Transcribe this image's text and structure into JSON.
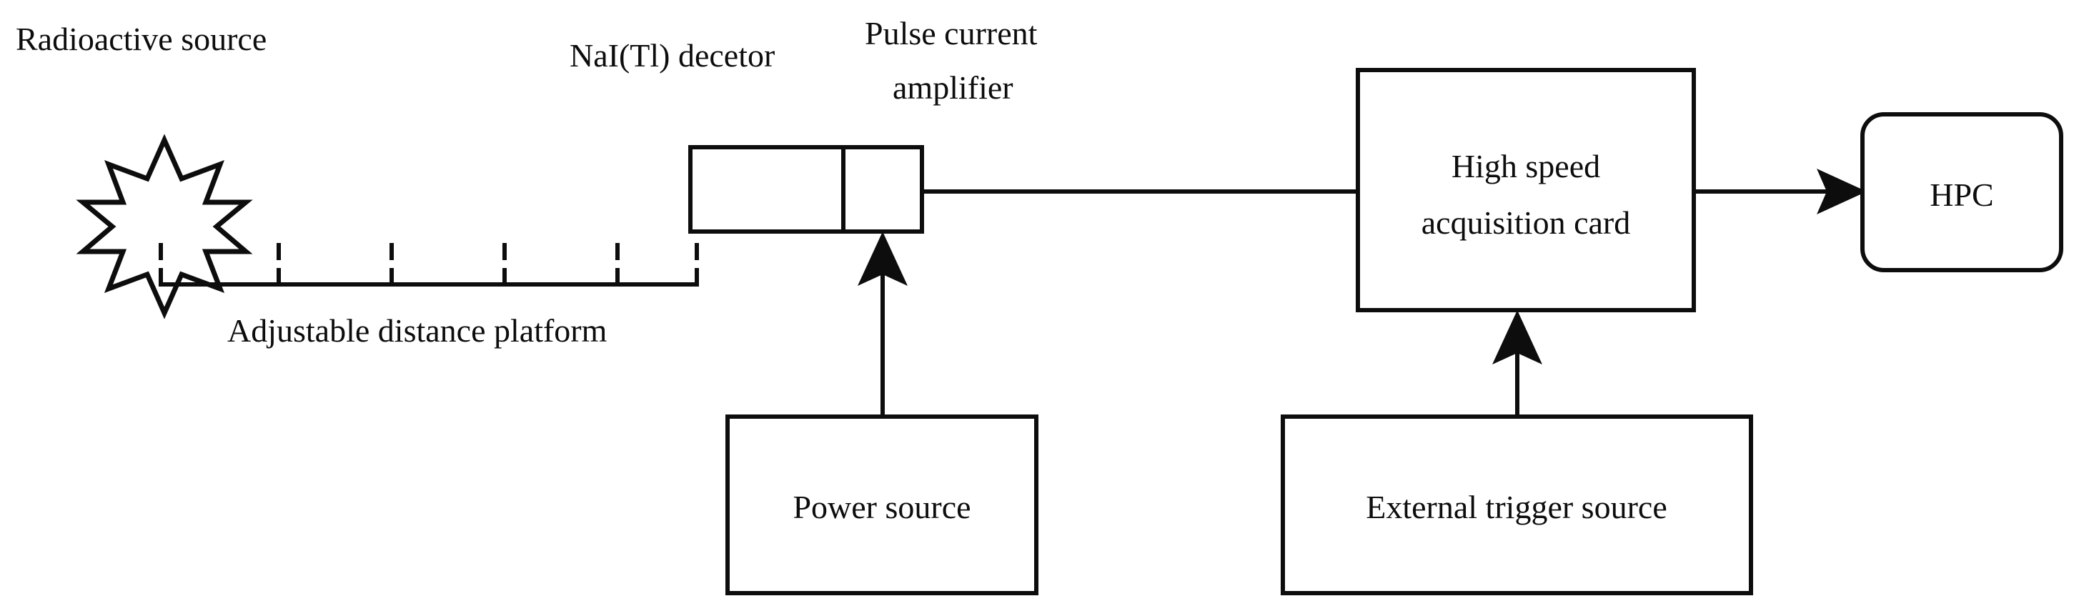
{
  "diagram": {
    "title": "Radiation measurement system block diagram",
    "background_color": "#ffffff",
    "line_color": "#0d0d0d",
    "labels": {
      "radioactive_source": "Radioactive source",
      "nai_detector": "NaI(Tl) decetor",
      "pulse_amplifier_line1": "Pulse current",
      "pulse_amplifier_line2": "amplifier",
      "adjustable_platform": "Adjustable distance platform",
      "acquisition_card_line1": "High speed",
      "acquisition_card_line2": "acquisition card",
      "hpc": "HPC",
      "power_source": "Power source",
      "external_trigger": "External trigger source"
    },
    "nodes": [
      {
        "id": "radioactive-source",
        "label": "Radioactive source",
        "shape": "star-8-point"
      },
      {
        "id": "adjustable-distance-platform",
        "label": "Adjustable distance platform",
        "shape": "ruler-track",
        "tick_count": 4
      },
      {
        "id": "nai-detector",
        "label": "NaI(Tl) decetor",
        "shape": "rectangle"
      },
      {
        "id": "pulse-current-amplifier",
        "label": "Pulse current amplifier",
        "shape": "rectangle"
      },
      {
        "id": "high-speed-acquisition-card",
        "label": "High speed acquisition card",
        "shape": "rectangle"
      },
      {
        "id": "hpc",
        "label": "HPC",
        "shape": "rounded-rectangle"
      },
      {
        "id": "power-source",
        "label": "Power source",
        "shape": "rectangle"
      },
      {
        "id": "external-trigger-source",
        "label": "External trigger source",
        "shape": "rectangle"
      }
    ],
    "connections": [
      {
        "from": "pulse-current-amplifier",
        "to": "high-speed-acquisition-card",
        "direction": "right",
        "arrow": true
      },
      {
        "from": "high-speed-acquisition-card",
        "to": "hpc",
        "direction": "right",
        "arrow": true
      },
      {
        "from": "power-source",
        "to": "pulse-current-amplifier",
        "direction": "up",
        "arrow": true
      },
      {
        "from": "external-trigger-source",
        "to": "high-speed-acquisition-card",
        "direction": "up",
        "arrow": true
      }
    ]
  }
}
